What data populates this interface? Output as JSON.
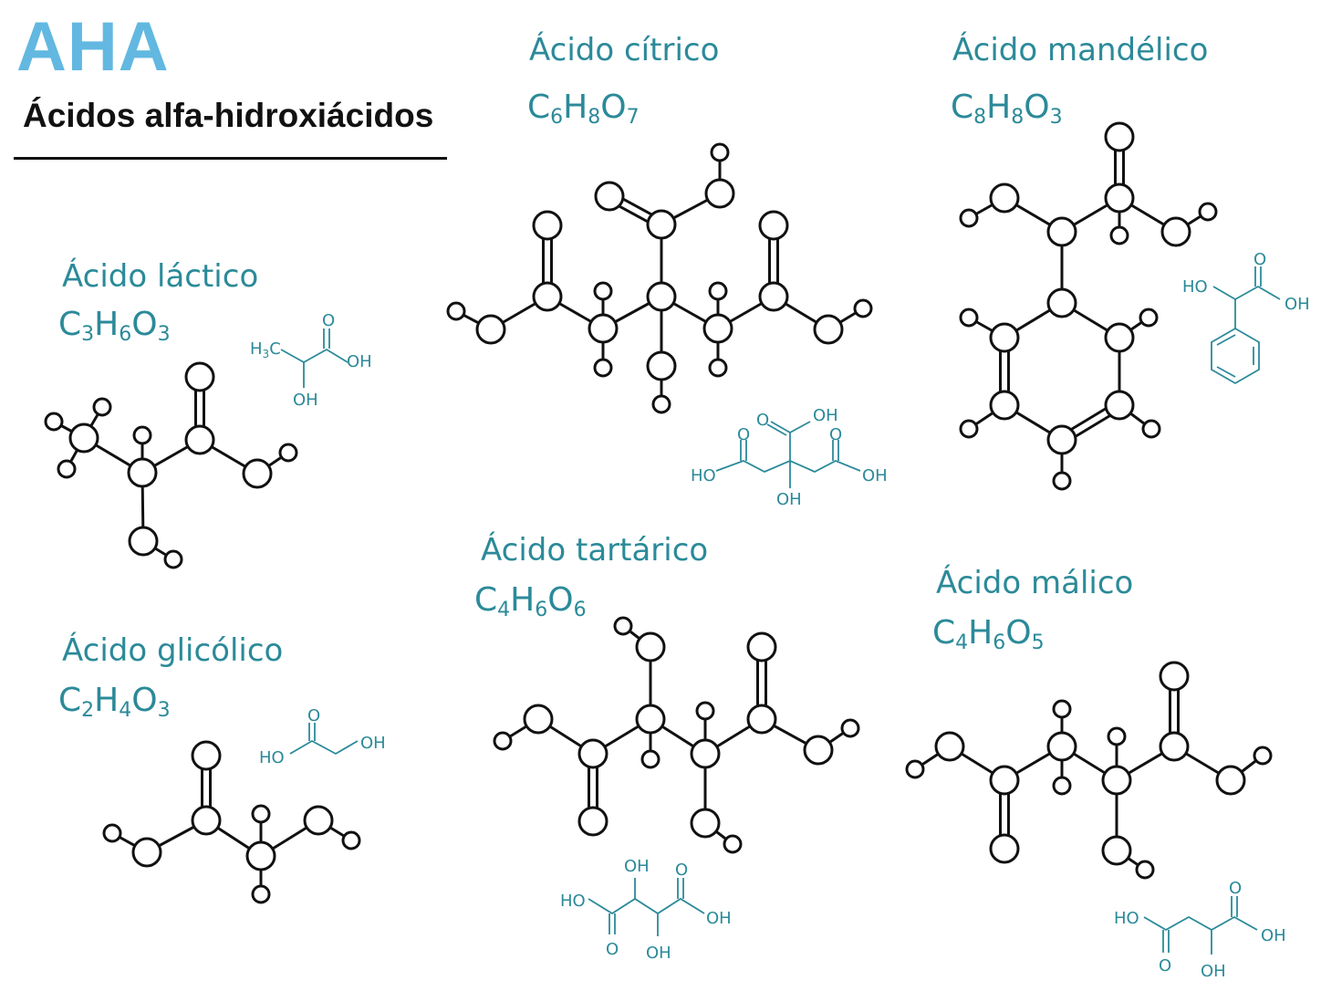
{
  "header": {
    "title": "AHA",
    "subtitle": "Ácidos alfa-hidroxiácidos"
  },
  "colors": {
    "title": "#62b8e0",
    "teal": "#2b8a99",
    "ink": "#111111"
  },
  "acids": [
    {
      "id": "lactic",
      "name": "Ácido láctico",
      "formula": [
        [
          "C",
          "3"
        ],
        [
          "H",
          "6"
        ],
        [
          "O",
          "3"
        ]
      ],
      "skeletal_labels": [
        "H3C",
        "O",
        "OH",
        "OH"
      ]
    },
    {
      "id": "glycolic",
      "name": "Ácido glicólico",
      "formula": [
        [
          "C",
          "2"
        ],
        [
          "H",
          "4"
        ],
        [
          "O",
          "3"
        ]
      ],
      "skeletal_labels": [
        "O",
        "HO",
        "OH"
      ]
    },
    {
      "id": "citric",
      "name": "Ácido cítrico",
      "formula": [
        [
          "C",
          "6"
        ],
        [
          "H",
          "8"
        ],
        [
          "O",
          "7"
        ]
      ],
      "skeletal_labels": [
        "O",
        "OH",
        "O",
        "O",
        "HO",
        "OH",
        "OH"
      ]
    },
    {
      "id": "tartaric",
      "name": "Ácido tartárico",
      "formula": [
        [
          "C",
          "4"
        ],
        [
          "H",
          "6"
        ],
        [
          "O",
          "6"
        ]
      ],
      "skeletal_labels": [
        "OH",
        "O",
        "HO",
        "OH",
        "O",
        "OH"
      ]
    },
    {
      "id": "mandelic",
      "name": "Ácido mandélico",
      "formula": [
        [
          "C",
          "8"
        ],
        [
          "H",
          "8"
        ],
        [
          "O",
          "3"
        ]
      ],
      "skeletal_labels": [
        "O",
        "HO",
        "OH"
      ]
    },
    {
      "id": "malic",
      "name": "Ácido málico",
      "formula": [
        [
          "C",
          "4"
        ],
        [
          "H",
          "6"
        ],
        [
          "O",
          "5"
        ]
      ],
      "skeletal_labels": [
        "O",
        "HO",
        "OH",
        "O",
        "OH"
      ]
    }
  ]
}
